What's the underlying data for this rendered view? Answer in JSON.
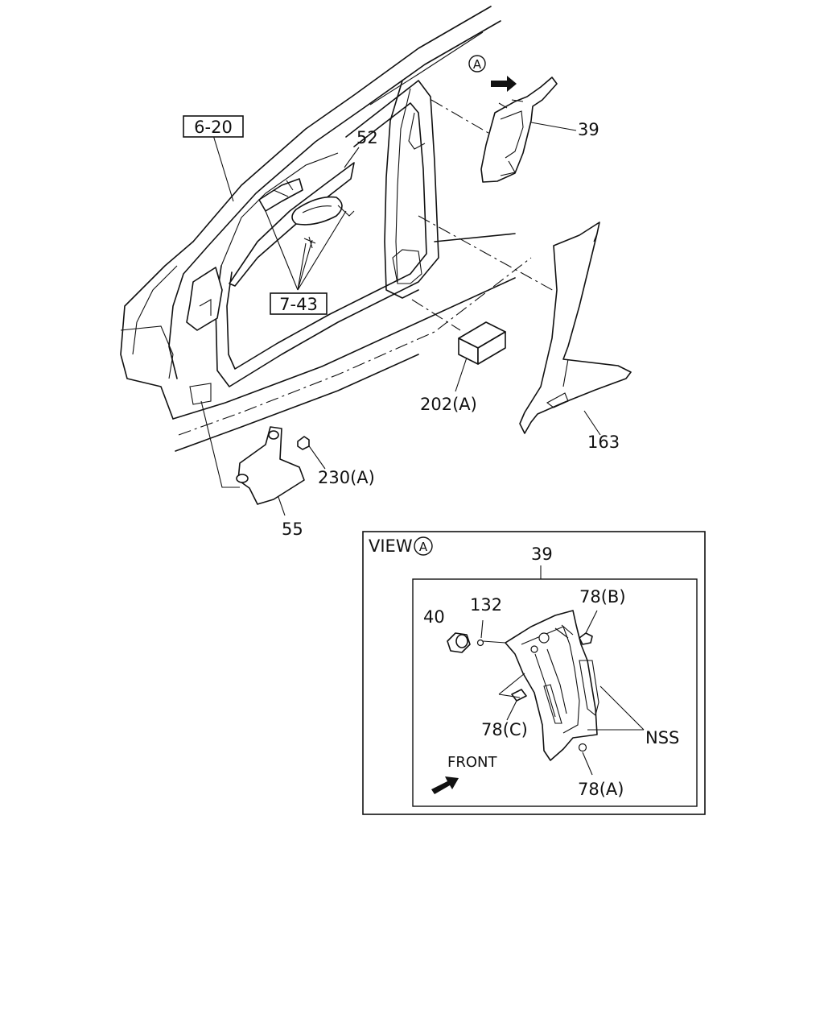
{
  "callouts": {
    "ref_6_20": "6-20",
    "part_52": "52",
    "ref_7_43": "7-43",
    "part_39": "39",
    "view_marker": "A",
    "part_202a": "202(A)",
    "part_163": "163",
    "part_230a": "230(A)",
    "part_55": "55"
  },
  "view_panel": {
    "title": "VIEW",
    "marker": "A",
    "part_39": "39",
    "part_40": "40",
    "part_132": "132",
    "part_78b": "78(B)",
    "part_78c": "78(C)",
    "part_78a": "78(A)",
    "nss": "NSS",
    "front": "FRONT"
  }
}
